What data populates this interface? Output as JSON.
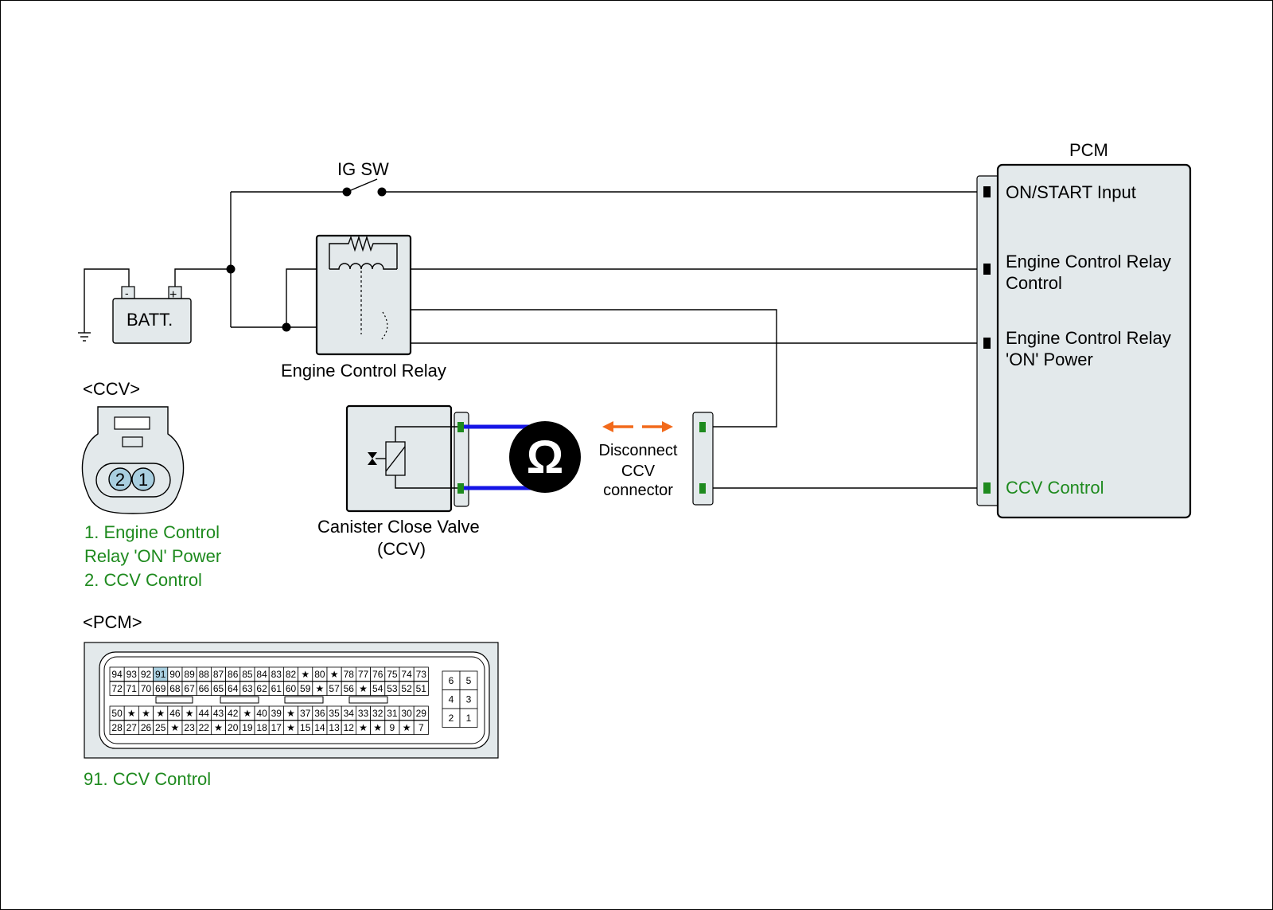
{
  "colors": {
    "component_fill": "#e3e9eb",
    "highlight_green": "#1e8a1e",
    "pin_highlight": "#a9cfe0",
    "measure_wire": "#1515e6",
    "arrow_orange": "#f26a1b",
    "connector_pin": "#1e8a1e"
  },
  "labels": {
    "ig_sw": "IG SW",
    "batt": "BATT.",
    "batt_neg": "-",
    "batt_pos": "+",
    "relay": "Engine Control Relay",
    "ccv_valve_line1": "Canister Close Valve",
    "ccv_valve_line2": "(CCV)",
    "disconnect_line1": "Disconnect",
    "disconnect_line2": "CCV",
    "disconnect_line3": "connector",
    "ohm_symbol": "Ω"
  },
  "pcm": {
    "title": "PCM",
    "pins": {
      "on_start": "ON/START Input",
      "relay_control_line1": "Engine Control Relay",
      "relay_control_line2": "Control",
      "relay_on_power_line1": "Engine Control Relay",
      "relay_on_power_line2": "'ON' Power",
      "ccv_control": "CCV Control"
    }
  },
  "ccv_connector": {
    "header": "<CCV>",
    "pin_left": "2",
    "pin_right": "1",
    "legend": [
      "1. Engine Control",
      "Relay 'ON' Power",
      "2. CCV Control"
    ]
  },
  "pcm_connector": {
    "header": "<PCM>",
    "rows": [
      [
        "94",
        "93",
        "92",
        "91",
        "90",
        "89",
        "88",
        "87",
        "86",
        "85",
        "84",
        "83",
        "82",
        "★",
        "80",
        "★",
        "78",
        "77",
        "76",
        "75",
        "74",
        "73"
      ],
      [
        "72",
        "71",
        "70",
        "69",
        "68",
        "67",
        "66",
        "65",
        "64",
        "63",
        "62",
        "61",
        "60",
        "59",
        "★",
        "57",
        "56",
        "★",
        "54",
        "53",
        "52",
        "51"
      ],
      [
        "50",
        "★",
        "★",
        "★",
        "46",
        "★",
        "44",
        "43",
        "42",
        "★",
        "40",
        "39",
        "★",
        "37",
        "36",
        "35",
        "34",
        "33",
        "32",
        "31",
        "30",
        "29"
      ],
      [
        "28",
        "27",
        "26",
        "25",
        "★",
        "23",
        "22",
        "★",
        "20",
        "19",
        "18",
        "17",
        "★",
        "15",
        "14",
        "13",
        "12",
        "★",
        "★",
        "9",
        "★",
        "7"
      ]
    ],
    "highlight_pin": "91",
    "side_block": [
      [
        "6",
        "5"
      ],
      [
        "4",
        "3"
      ],
      [
        "2",
        "1"
      ]
    ],
    "legend": "91. CCV Control"
  }
}
